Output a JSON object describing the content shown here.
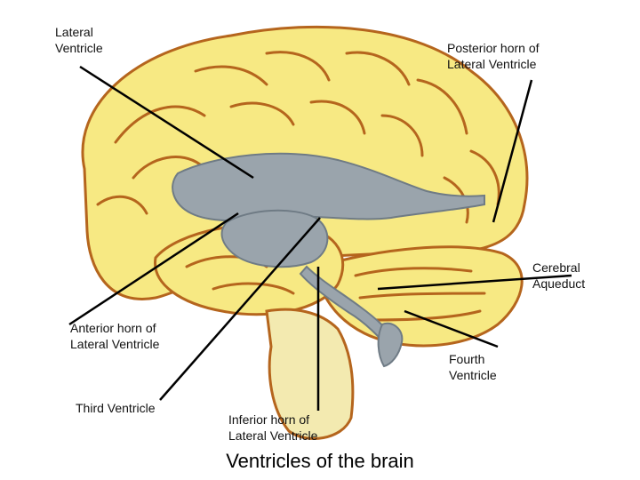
{
  "labels": {
    "lateral_ventricle": [
      "Lateral",
      "Ventricle"
    ],
    "posterior_horn": [
      "Posterior horn of",
      "Lateral Ventricle"
    ],
    "cerebral_aqueduct": [
      "Cerebral",
      "Aqueduct"
    ],
    "fourth_ventricle": [
      "Fourth",
      "Ventricle"
    ],
    "anterior_horn": [
      "Anterior horn of",
      "Lateral Ventricle"
    ],
    "third_ventricle": [
      "Third Ventricle"
    ],
    "inferior_horn": [
      "Inferior horn of",
      "Lateral Ventricle"
    ]
  },
  "caption": "Ventricles of the brain",
  "colors": {
    "brain": "#f7e983",
    "gyri_lines": "#b5651d",
    "ventricle": "#9aa4ac",
    "ventricle_edge": "#6f7b85",
    "brainstem": "#f3eab0",
    "leader": "#000000"
  }
}
